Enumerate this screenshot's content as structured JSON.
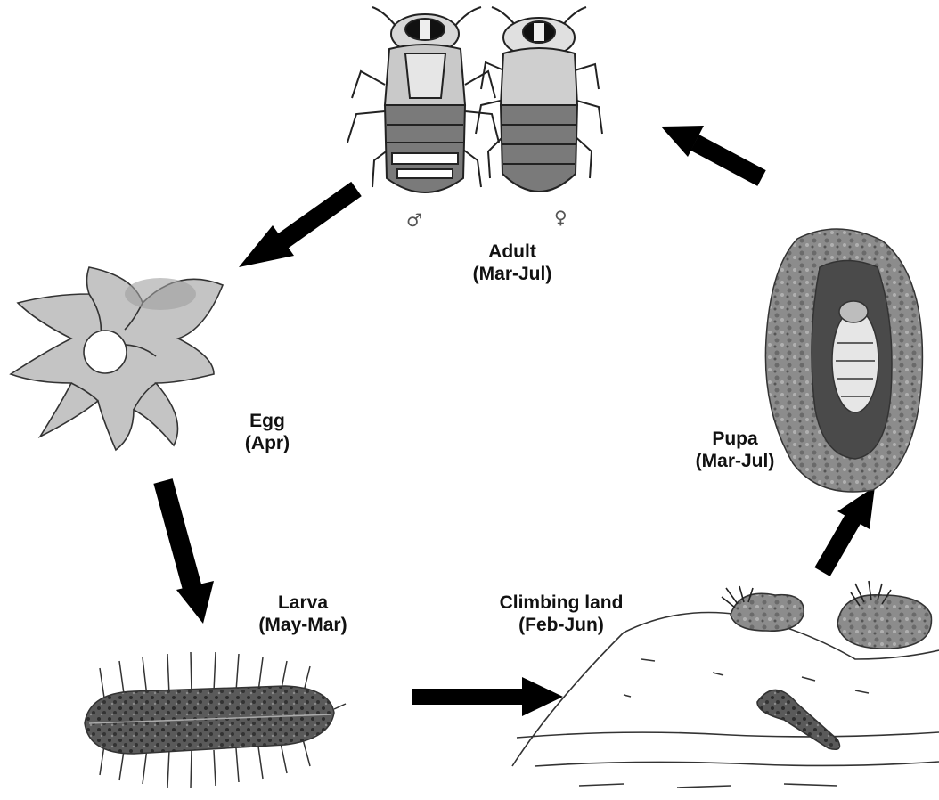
{
  "stages": [
    {
      "id": "adult",
      "name": "Adult",
      "period": "(Mar-Jul)"
    },
    {
      "id": "egg",
      "name": "Egg",
      "period": "(Apr)"
    },
    {
      "id": "larva",
      "name": "Larva",
      "period": "(May-Mar)"
    },
    {
      "id": "climbing",
      "name": "Climbing land",
      "period": "(Feb-Jun)"
    },
    {
      "id": "pupa",
      "name": "Pupa",
      "period": "(Mar-Jul)"
    }
  ],
  "sex_symbols": {
    "male": "♂",
    "female": "♀"
  },
  "colors": {
    "arrow": "#000000",
    "ink": "#222222",
    "mid_gray": "#8a8a8a",
    "light_gray": "#cfcfcf",
    "rock": "#9a9a9a"
  },
  "icons": [
    "male-firefly-icon",
    "female-firefly-icon",
    "egg-mass-icon",
    "larva-icon",
    "climbing-land-icon",
    "pupa-cell-icon"
  ]
}
